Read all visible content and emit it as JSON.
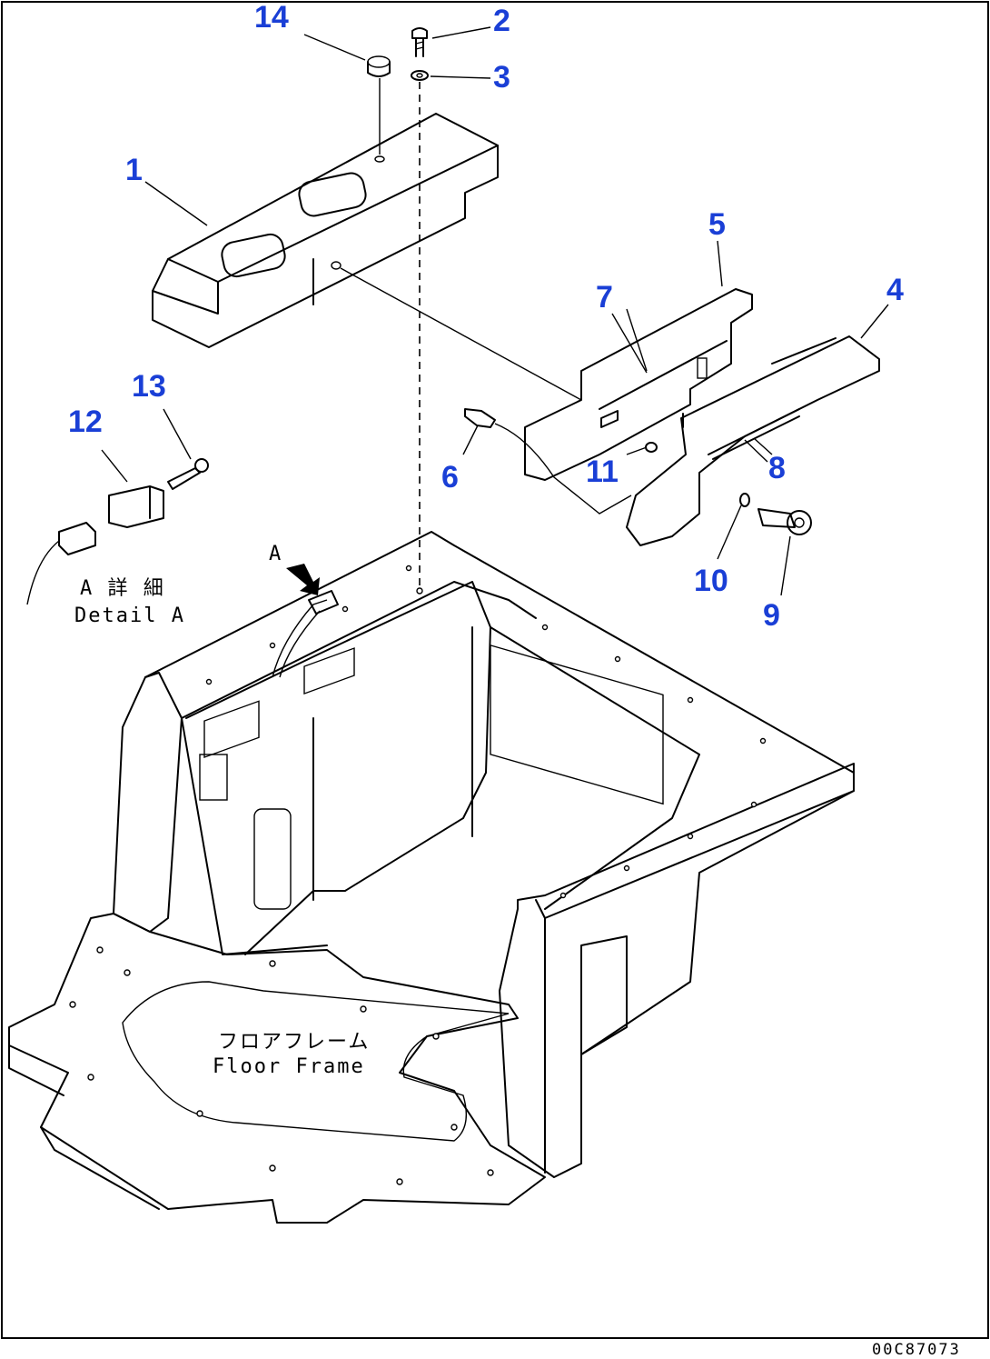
{
  "callouts": {
    "c1": "1",
    "c2": "2",
    "c3": "3",
    "c4": "4",
    "c5": "5",
    "c6": "6",
    "c7": "7",
    "c8": "8",
    "c9": "9",
    "c10": "10",
    "c11": "11",
    "c12": "12",
    "c13": "13",
    "c14": "14"
  },
  "detail": {
    "arrow_letter": "A",
    "label_jp": "A 詳 細",
    "label_en": "Detail A"
  },
  "floor_frame": {
    "label_jp": "フロアフレーム",
    "label_en": "Floor Frame"
  },
  "drawing_code": "00C87073",
  "colors": {
    "callout": "#1a3fd6",
    "linework": "#000000",
    "background": "#ffffff"
  }
}
